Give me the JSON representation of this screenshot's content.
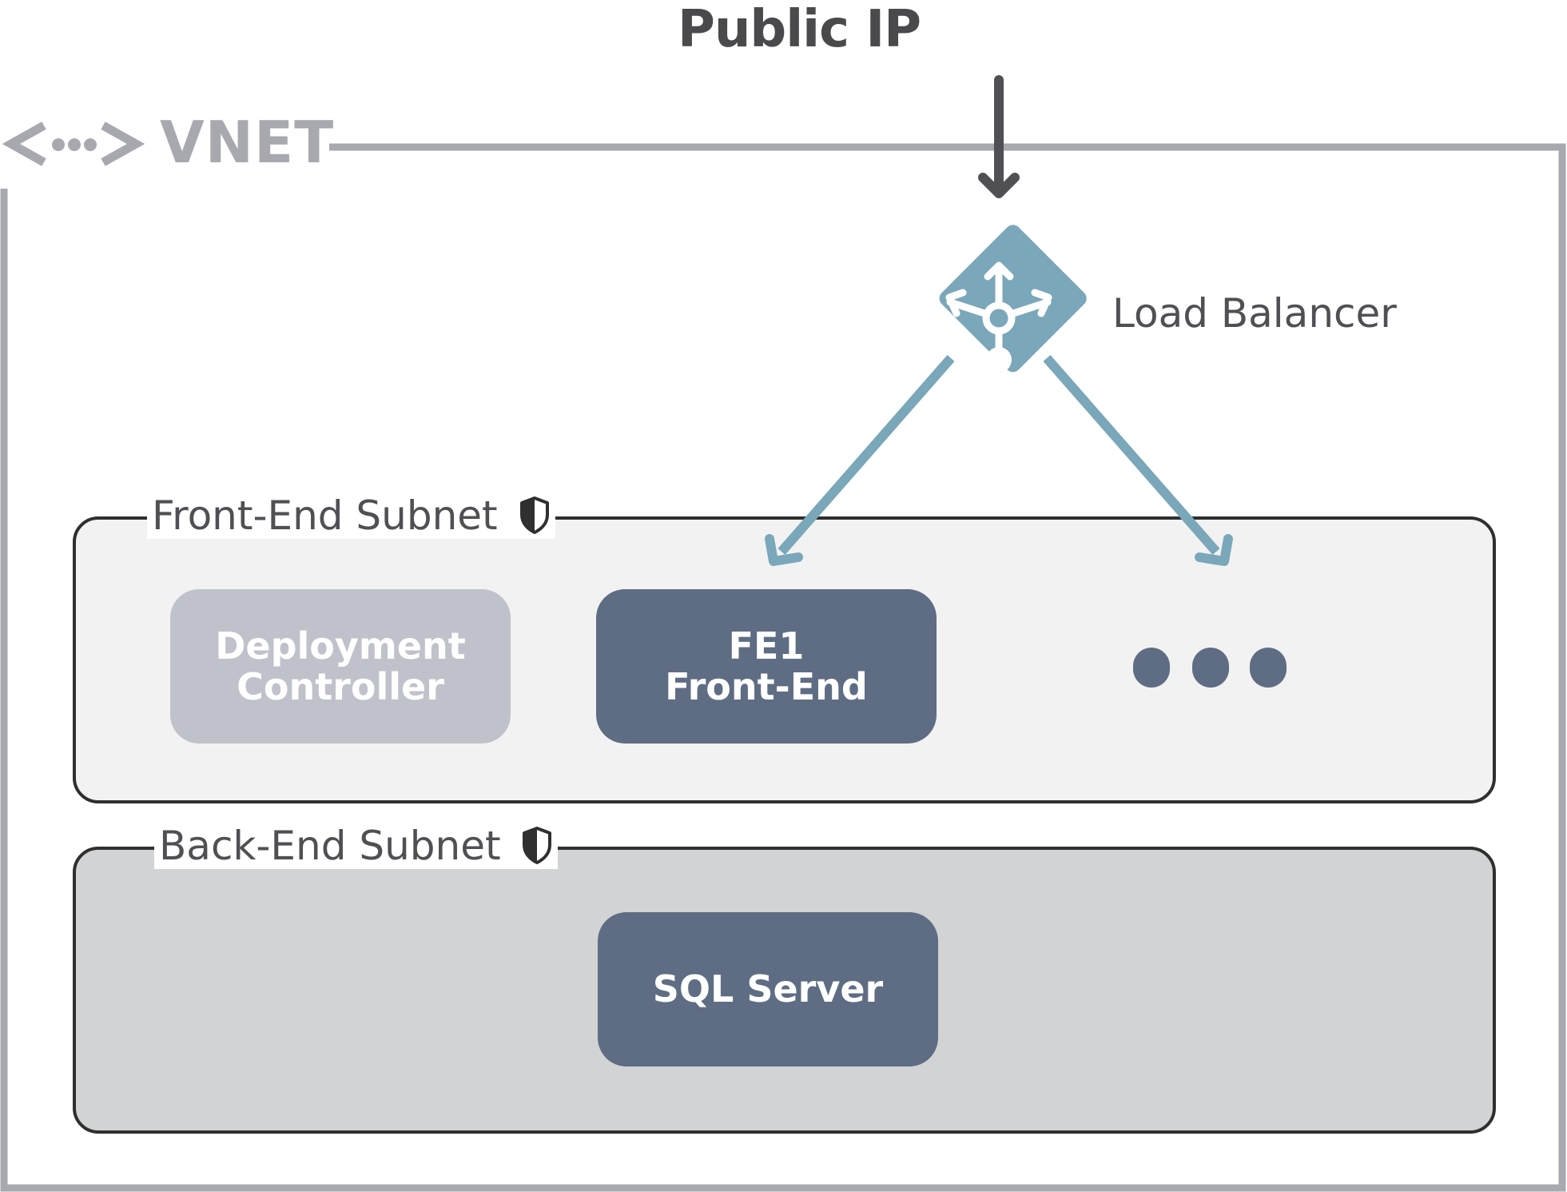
{
  "public_ip": {
    "label": "Public IP"
  },
  "vnet": {
    "label": "VNET",
    "icon": "vnet-brackets-icon",
    "color": "#a7a9ae"
  },
  "load_balancer": {
    "label": "Load Balancer",
    "icon": "load-balancer-icon",
    "color": "#7aa7b9"
  },
  "front_end_subnet": {
    "label": "Front-End Subnet",
    "icon": "shield-icon",
    "fill": "#f2f2f2",
    "nodes": {
      "deployment_controller": {
        "line1": "Deployment",
        "line2": "Controller",
        "color": "#bfc2cb"
      },
      "fe1": {
        "line1": "FE1",
        "line2": "Front-End",
        "color": "#5e6d83"
      },
      "more": {
        "icon": "ellipsis-icon"
      }
    }
  },
  "back_end_subnet": {
    "label": "Back-End Subnet",
    "icon": "shield-icon",
    "fill": "#d2d3d5",
    "nodes": {
      "sql_server": {
        "label": "SQL Server",
        "color": "#5e6d83"
      }
    }
  },
  "colors": {
    "arrow_dark": "#505054",
    "arrow_lb": "#7aa7b9",
    "border": "#2f2f2f"
  }
}
